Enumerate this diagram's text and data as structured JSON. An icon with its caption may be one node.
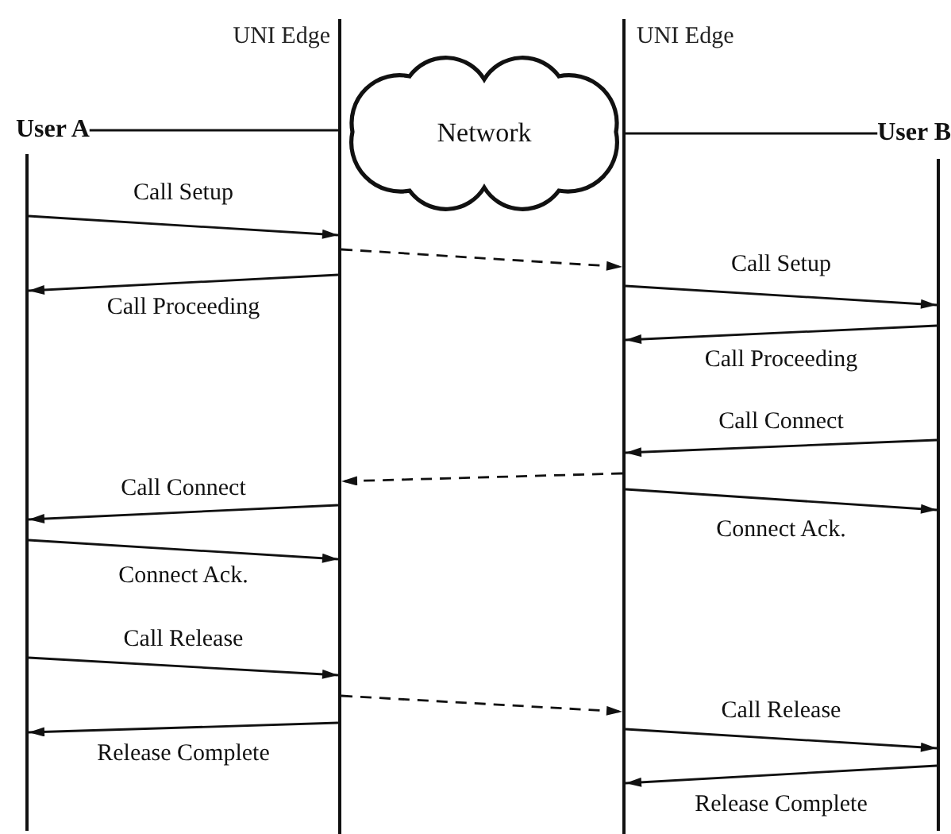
{
  "diagram": {
    "nodes": [
      {
        "text": [
          "User A"
        ]
      },
      {
        "text": [
          "Network"
        ]
      },
      {
        "text": [
          "User B"
        ]
      },
      {
        "text": [],
        "shape": "bar"
      },
      {
        "text": [],
        "shape": "bar"
      },
      {
        "text": [],
        "shape": "bar"
      },
      {
        "text": [],
        "shape": "bar"
      }
    ],
    "edges": [
      {
        "from": 0,
        "to": 4,
        "arrow": "none"
      },
      {
        "from": 5,
        "to": 2,
        "arrow": "none"
      },
      {
        "from": 3,
        "to": 4,
        "label": "Call Setup",
        "arrow": "to"
      },
      {
        "from": 4,
        "to": 5,
        "arrow": "to",
        "style": "dashed"
      },
      {
        "from": 4,
        "to": 3,
        "label": "Call Proceeding",
        "arrow": "to"
      },
      {
        "from": 5,
        "to": 6,
        "label": "Call Setup",
        "arrow": "to"
      },
      {
        "from": 6,
        "to": 5,
        "label": "Call Proceeding",
        "arrow": "to"
      },
      {
        "from": 6,
        "to": 5,
        "label": "Call Connect",
        "arrow": "to"
      },
      {
        "from": 5,
        "to": 4,
        "arrow": "to",
        "style": "dashed"
      },
      {
        "from": 4,
        "to": 3,
        "label": "Call Connect",
        "arrow": "to"
      },
      {
        "from": 5,
        "to": 6,
        "label": "Connect Ack.",
        "arrow": "to"
      },
      {
        "from": 3,
        "to": 4,
        "label": "Connect Ack.",
        "arrow": "to"
      },
      {
        "from": 3,
        "to": 4,
        "label": "Call Release",
        "arrow": "to"
      },
      {
        "from": 4,
        "to": 5,
        "arrow": "to",
        "style": "dashed"
      },
      {
        "from": 5,
        "to": 6,
        "label": "Call Release",
        "arrow": "to"
      },
      {
        "from": 4,
        "to": 3,
        "label": "Release Complete",
        "arrow": "to"
      },
      {
        "from": 6,
        "to": 5,
        "label": "Release Complete",
        "arrow": "to"
      }
    ],
    "labels": [
      "UNI Edge",
      "UNI Edge"
    ]
  }
}
